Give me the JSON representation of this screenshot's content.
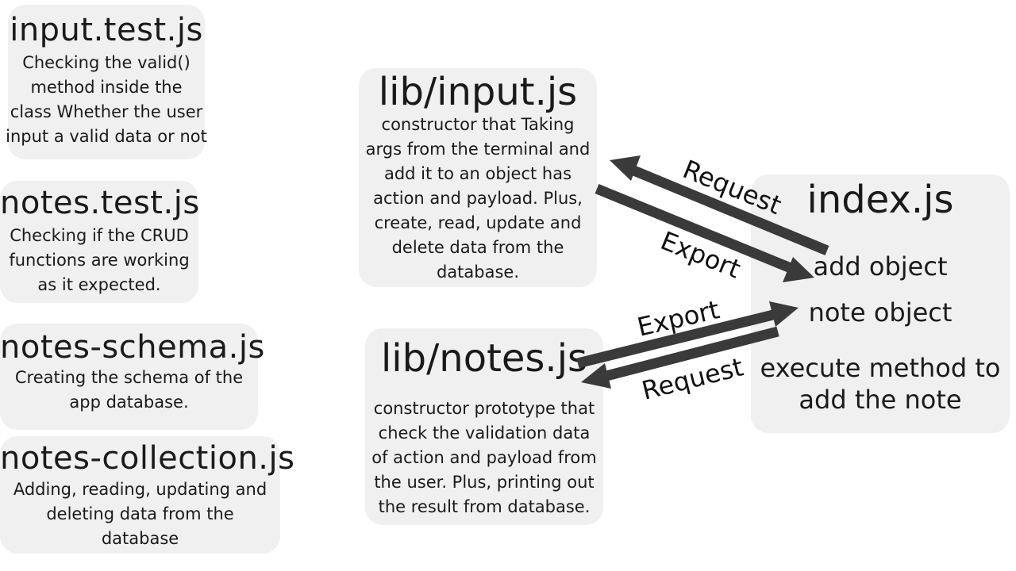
{
  "colors": {
    "box": "#f0f0f0",
    "arrow": "#3a3a3a",
    "text": "#1a1a1a"
  },
  "left_boxes": [
    {
      "title": "input.test.js",
      "desc": [
        "Checking the valid()",
        "method inside the",
        "class Whether the user",
        "input a valid data or not"
      ]
    },
    {
      "title": "notes.test.js",
      "desc": [
        "Checking if the CRUD",
        "functions are working",
        "as it expected."
      ]
    },
    {
      "title": "notes-schema.js",
      "desc": [
        "Creating the schema of the",
        "app database."
      ]
    },
    {
      "title": "notes-collection.js",
      "desc": [
        "Adding, reading, updating and",
        "deleting data from the",
        "database"
      ]
    }
  ],
  "lib_input": {
    "title": "lib/input.js",
    "desc": [
      "constructor that Taking",
      "args from the terminal and",
      "add it to an object has",
      "action and payload. Plus,",
      "create, read, update and",
      "delete data from the",
      "database."
    ]
  },
  "lib_notes": {
    "title": "lib/notes.js",
    "desc": [
      "constructor prototype that",
      "check the validation data",
      "of action and payload from",
      "the user. Plus,  printing out",
      "the result from database."
    ]
  },
  "index": {
    "title": "index.js",
    "items": [
      "add object",
      "note object",
      "execute method to",
      "add the note"
    ]
  },
  "arrows": {
    "top_request": "Request",
    "top_export": "Export",
    "bottom_export": "Export",
    "bottom_request": "Request"
  }
}
